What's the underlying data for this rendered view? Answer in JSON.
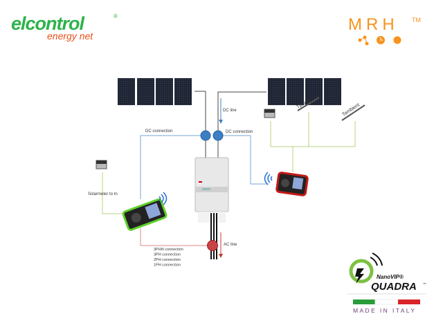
{
  "logos": {
    "elcontrol": {
      "name": "elcontrol",
      "reg": "®",
      "tagline": "energy net"
    },
    "mrh": {
      "name": "MRH",
      "tm": "TM"
    },
    "quadra": {
      "prefix": "NanoVIP®",
      "name": "QUADRA",
      "tm": "TM",
      "origin": "MADE IN ITALY"
    }
  },
  "labels": {
    "dc_line": "DC line",
    "dc_connection_left": "DC connection",
    "dc_connection_right": "DC connection",
    "solarmeter": "Solarmeter to In",
    "tpanel": "Tpanel",
    "tambient": "Tambient",
    "ac_line": "AC line",
    "connections": [
      "3PHN connection",
      "3PH connection",
      "2PH connection",
      "1PH connection"
    ]
  },
  "colors": {
    "green": "#2db34a",
    "orange": "#f7931e",
    "dc_blue": "#3d7fc4",
    "ac_red": "#c0392b",
    "sensor_green": "#b5d67c"
  }
}
